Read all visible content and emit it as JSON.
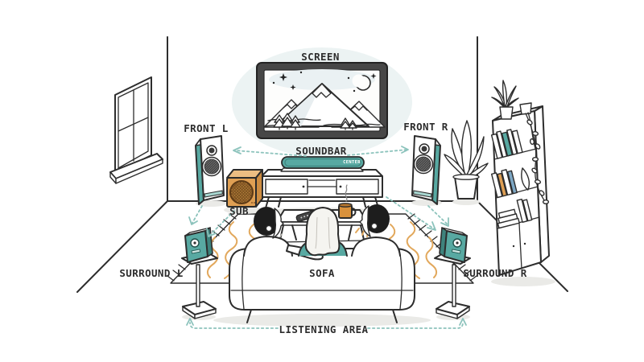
{
  "diagram": {
    "type": "home-theater-speaker-placement",
    "labels": {
      "screen": "SCREEN",
      "soundbar": "SOUNDBAR",
      "soundbar_badge": "CENTER",
      "front_left": "FRONT L",
      "front_right": "FRONT R",
      "subwoofer": "SUB",
      "surround_left": "SURROUND L",
      "surround_right": "SURROUND R",
      "sofa": "SOFA",
      "listening_area": "LISTENING AREA"
    }
  },
  "colors": {
    "accent_teal": "#58a9a2",
    "accent_teal_dark": "#3e837d",
    "accent_teal_light": "#a9d8d2",
    "sub_orange": "#df9f53",
    "sub_orange_light": "#ecbd82",
    "sub_orange_side": "#cd8c41",
    "rug_pattern_orange": "#e2a85c",
    "mug_orange": "#d8913c",
    "book_blue": "#7da7c4",
    "arrow_teal": "#8cc3bc",
    "ink": "#2d2d2d",
    "hair_ink": "#1d1d1d",
    "screen_glow": "#dde9ea",
    "shadow_gray": "#eaeae7",
    "background": "#ffffff"
  }
}
